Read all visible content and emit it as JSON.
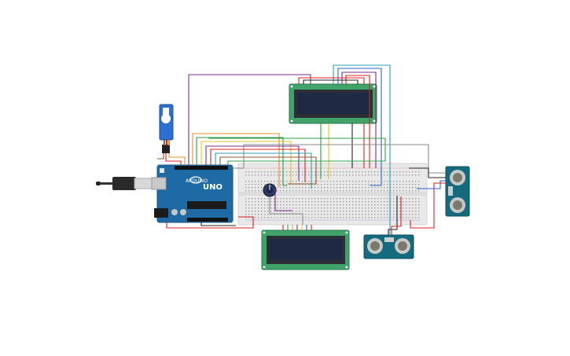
{
  "arduino": {
    "brand": "UNO",
    "logo_text": "ARDUINO"
  },
  "components": {
    "lcd_count": 2,
    "ultrasonic_count": 2,
    "servo_count": 1,
    "potentiometer_count": 1,
    "breadboard_count": 1
  },
  "colors": {
    "background": "#ffffff",
    "arduino_board": "#1e6aa5",
    "lcd_pcb": "#3fa36a",
    "lcd_screen": "#1e2a44",
    "breadboard": "#e9e9e9",
    "sensor_pcb": "#136b7d",
    "servo_body": "#2d6fd0",
    "wire_red": "#e02020",
    "wire_purple": "#7b2d8f",
    "wire_green": "#2f9e44",
    "wire_orange": "#e8912a",
    "wire_yellow": "#e6c619",
    "wire_blue": "#2b66c9",
    "wire_gray": "#8a8a8a",
    "wire_black": "#222222",
    "wire_teal": "#2aa1b5",
    "wire_brown": "#8a5a2b"
  }
}
